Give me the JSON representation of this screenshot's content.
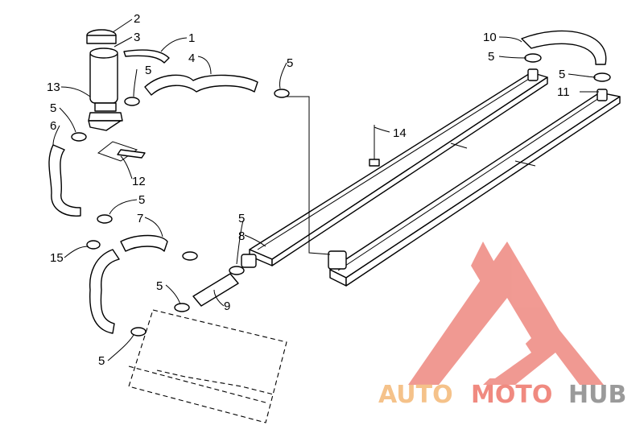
{
  "diagram": {
    "callouts": {
      "c1": "1",
      "c2": "2",
      "c3": "3",
      "c4": "4",
      "c5a": "5",
      "c5b": "5",
      "c5c": "5",
      "c5d": "5",
      "c5e": "5",
      "c5f": "5",
      "c5g": "5",
      "c5h": "5",
      "c5i": "5",
      "c6": "6",
      "c7": "7",
      "c8": "8",
      "c9": "9",
      "c10": "10",
      "c11": "11",
      "c12": "12",
      "c13": "13",
      "c14": "14",
      "c15": "15"
    }
  },
  "watermark": {
    "auto": "AUTO",
    "moto": "MOTO",
    "hub": "HUB",
    "colors": {
      "auto": "#f5c28a",
      "moto": "#f08a80",
      "hub": "#9a9a9a",
      "logo": "#ee8880"
    }
  }
}
